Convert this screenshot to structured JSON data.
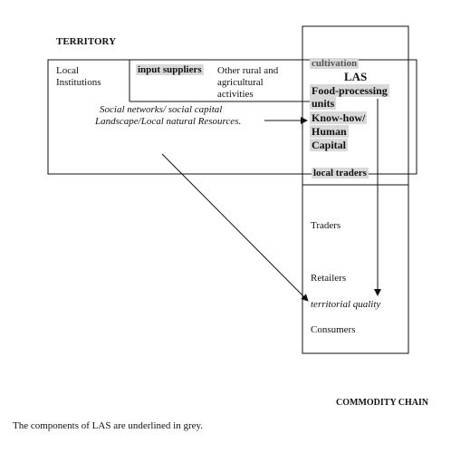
{
  "territory": {
    "title": "TERRITORY",
    "local_institutions_line1": "Local",
    "local_institutions_line2": "Institutions",
    "input_suppliers": "input suppliers",
    "other_activities_line1": "Other rural and",
    "other_activities_line2": "agricultural",
    "other_activities_line3": "activities",
    "social_networks": "Social networks/ social capital",
    "landscape": "Landscape/Local natural Resources."
  },
  "las": {
    "title": "LAS",
    "cultivation": "cultivation",
    "food_processing_line1": "Food-processing",
    "food_processing_line2": "units",
    "knowhow_line1": "Know-how/",
    "knowhow_line2": "Human",
    "knowhow_line3": "Capital",
    "local_traders": "local traders"
  },
  "chain": {
    "traders": "Traders",
    "retailers": "Retailers",
    "territorial_quality": "territorial quality",
    "consumers": "Consumers",
    "label": "COMMODITY CHAIN"
  },
  "caption": "The components of LAS are underlined in grey."
}
